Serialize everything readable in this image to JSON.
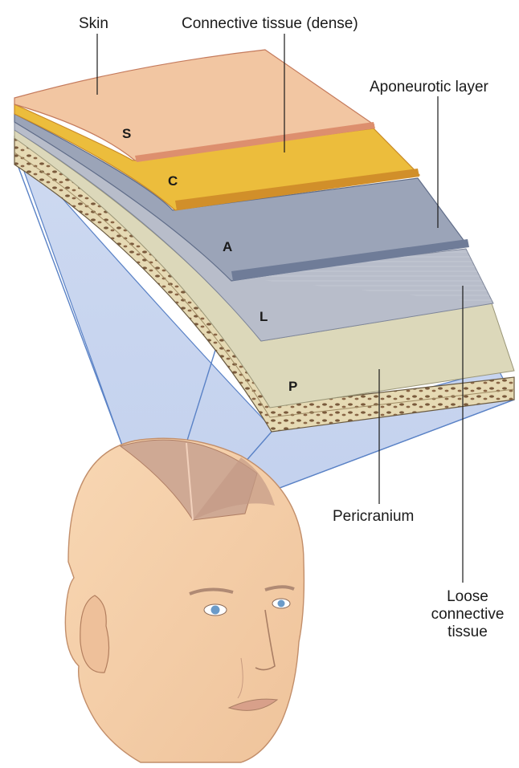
{
  "labels": {
    "skin": "Skin",
    "connective_dense": "Connective tissue (dense)",
    "aponeurotic": "Aponeurotic layer",
    "pericranium": "Pericranium",
    "loose_line1": "Loose",
    "loose_line2": "connective",
    "loose_line3": "tissue"
  },
  "layer_letters": {
    "s": "S",
    "c": "C",
    "a": "A",
    "l": "L",
    "p": "P"
  },
  "colors": {
    "skin": "#f1c4a0",
    "skin_edge": "#d98a6c",
    "dense_connective": "#ebbd3a",
    "dense_edge": "#d3902c",
    "aponeurosis": "#9aa3b6",
    "aponeurosis_edge": "#6c7a96",
    "loose_connective": "#b7bdca",
    "pericranium": "#d9d6b8",
    "bone": "#e4d9b4",
    "bone_spots": "#7a5a3c",
    "projection": "#c7d5ef",
    "face_skin": "#f6cfa7"
  }
}
